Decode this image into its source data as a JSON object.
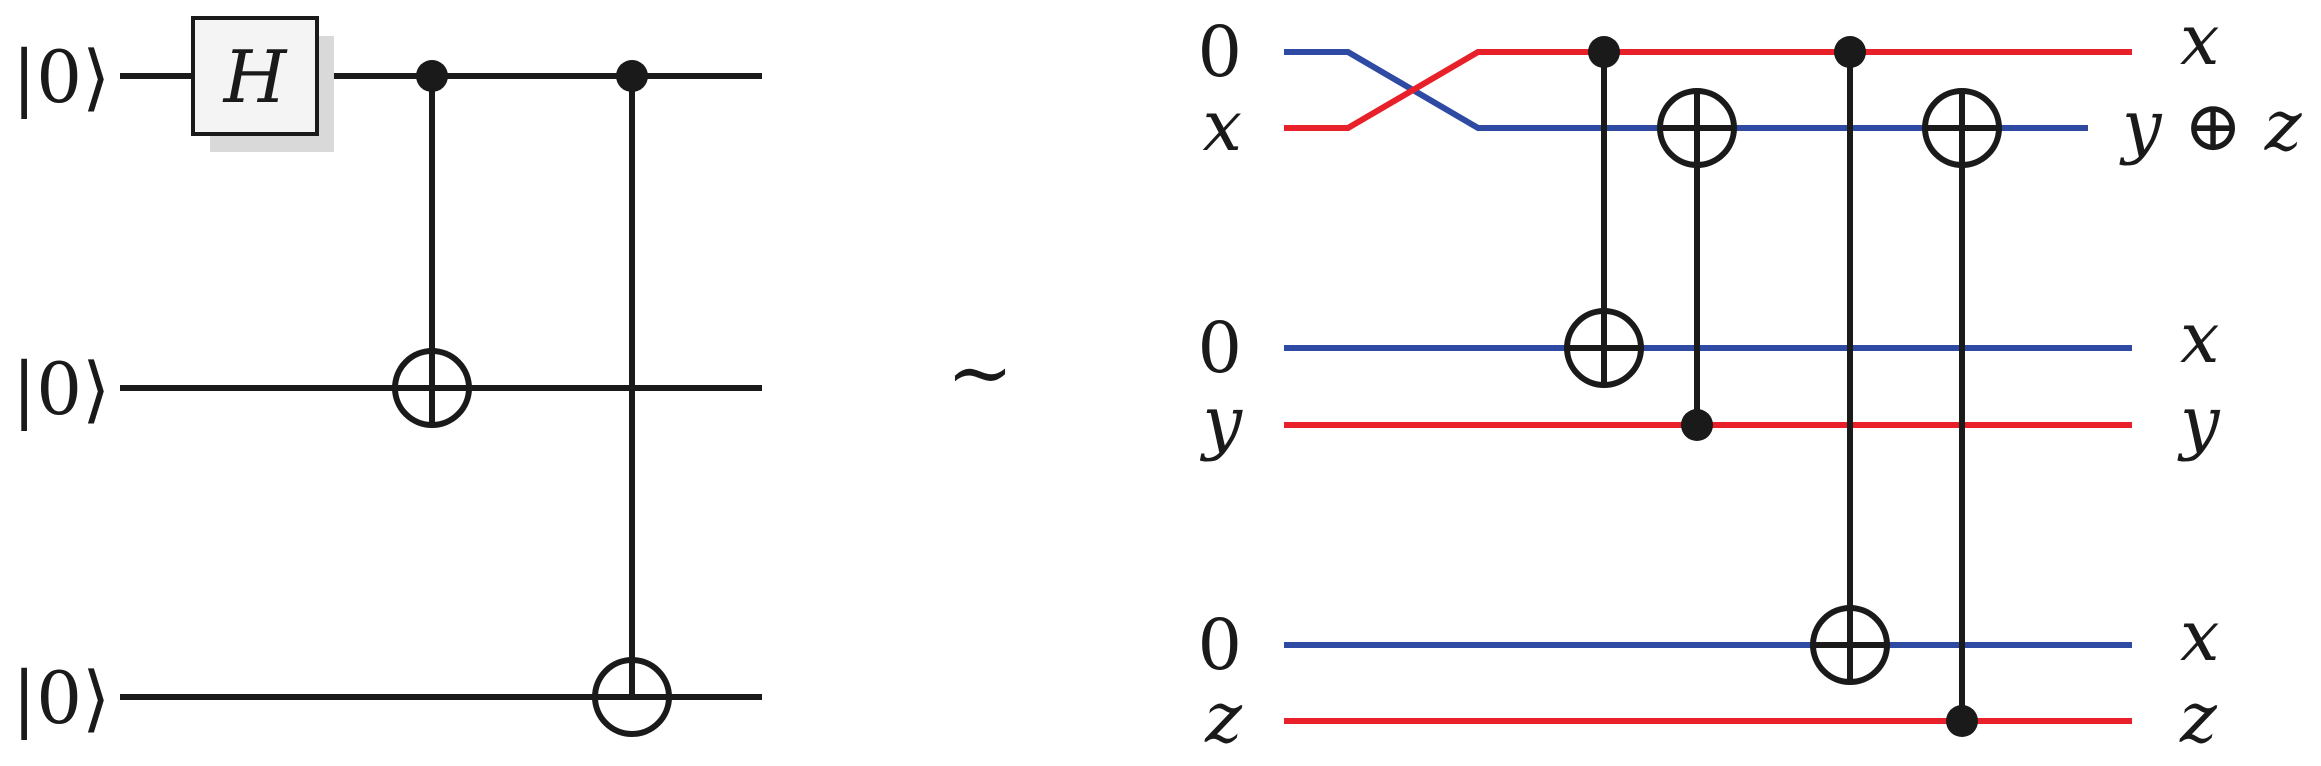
{
  "left_circuit": {
    "inputs": [
      "|0⟩",
      "|0⟩",
      "|0⟩"
    ],
    "gate_label": "H"
  },
  "equivalence_symbol": "∼",
  "right_circuit": {
    "input_labels": [
      "0",
      "x",
      "0",
      "y",
      "0",
      "z"
    ],
    "output_labels": [
      "x",
      "y ⊕ z",
      "x",
      "y",
      "x",
      "z"
    ]
  },
  "colors": {
    "wire": "#1a1a1a",
    "red_wire": "#e8202a",
    "blue_wire": "#2f4aa3",
    "gate_fill": "#f4f4f4",
    "gate_shadow": "#d9d9d9"
  }
}
